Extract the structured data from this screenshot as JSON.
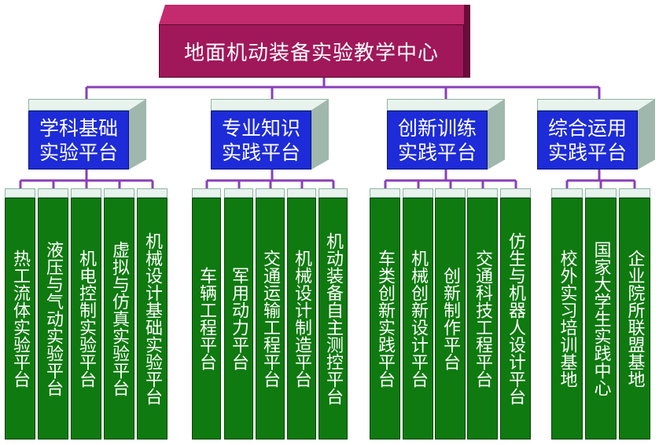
{
  "title": "地面机动装备实验教学中心",
  "colors": {
    "root": "#a0185a",
    "category": "#1d2bd8",
    "leaf": "#0f7a0f",
    "connector": "#8a3fb8"
  },
  "categories": [
    {
      "label": "学科基础实验平台",
      "line1": "学科基础",
      "line2": "实验平台",
      "children": [
        "热工流体实验平台",
        "液压与气动实验平台",
        "机电控制实验平台",
        "虚拟与仿真实验平台",
        "机械设计基础实验平台"
      ]
    },
    {
      "label": "专业知识实践平台",
      "line1": "专业知识",
      "line2": "实践平台",
      "children": [
        "车辆工程平台",
        "军用动力平台",
        "交通运输工程平台",
        "机械设计制造平台",
        "机动装备自主测控平台"
      ]
    },
    {
      "label": "创新训练实践平台",
      "line1": "创新训练",
      "line2": "实践平台",
      "children": [
        "车类创新实践平台",
        "机械创新设计平台",
        "创新制作平台",
        "交通科技工程平台",
        "仿生与机器人设计平台"
      ]
    },
    {
      "label": "综合运用实践平台",
      "line1": "综合运用",
      "line2": "实践平台",
      "children": [
        "校外实习培训基地",
        "国家大学生实践中心",
        "企业院所联盟基地"
      ]
    }
  ]
}
